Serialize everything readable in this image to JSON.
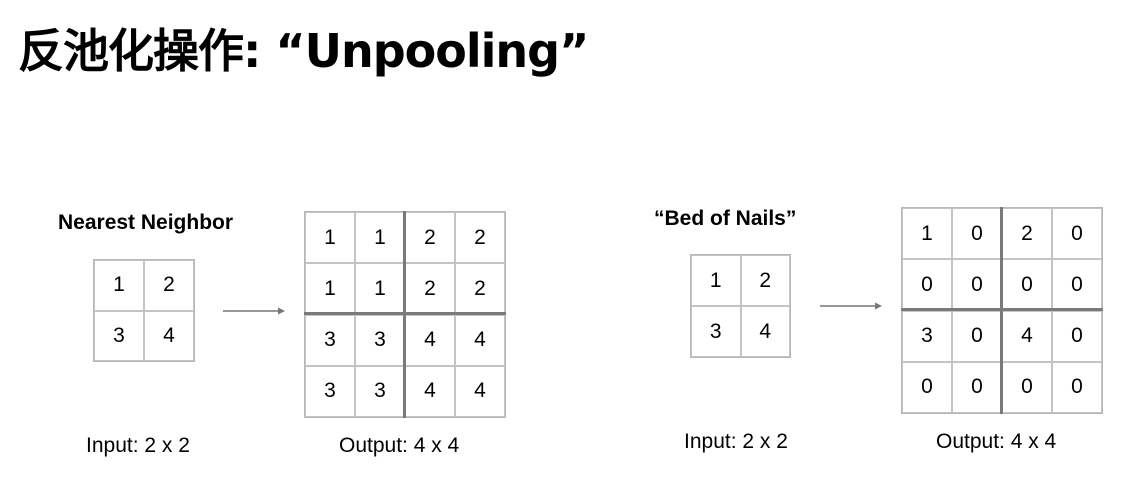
{
  "title": "反池化操作: “Unpooling”",
  "left": {
    "method_label": "Nearest Neighbor",
    "input_grid": [
      "1",
      "2",
      "3",
      "4"
    ],
    "output_grid": [
      "1",
      "1",
      "2",
      "2",
      "1",
      "1",
      "2",
      "2",
      "3",
      "3",
      "4",
      "4",
      "3",
      "3",
      "4",
      "4"
    ],
    "input_caption": "Input: 2 x 2",
    "output_caption": "Output: 4 x 4"
  },
  "right": {
    "method_label": "“Bed of Nails”",
    "input_grid": [
      "1",
      "2",
      "3",
      "4"
    ],
    "output_grid": [
      "1",
      "0",
      "2",
      "0",
      "0",
      "0",
      "0",
      "0",
      "3",
      "0",
      "4",
      "0",
      "0",
      "0",
      "0",
      "0"
    ],
    "input_caption": "Input: 2 x 2",
    "output_caption": "Output: 4 x 4"
  },
  "colors": {
    "grid_line": "#c4c4c4",
    "divider": "#7a7a7a",
    "arrow": "#777777"
  }
}
